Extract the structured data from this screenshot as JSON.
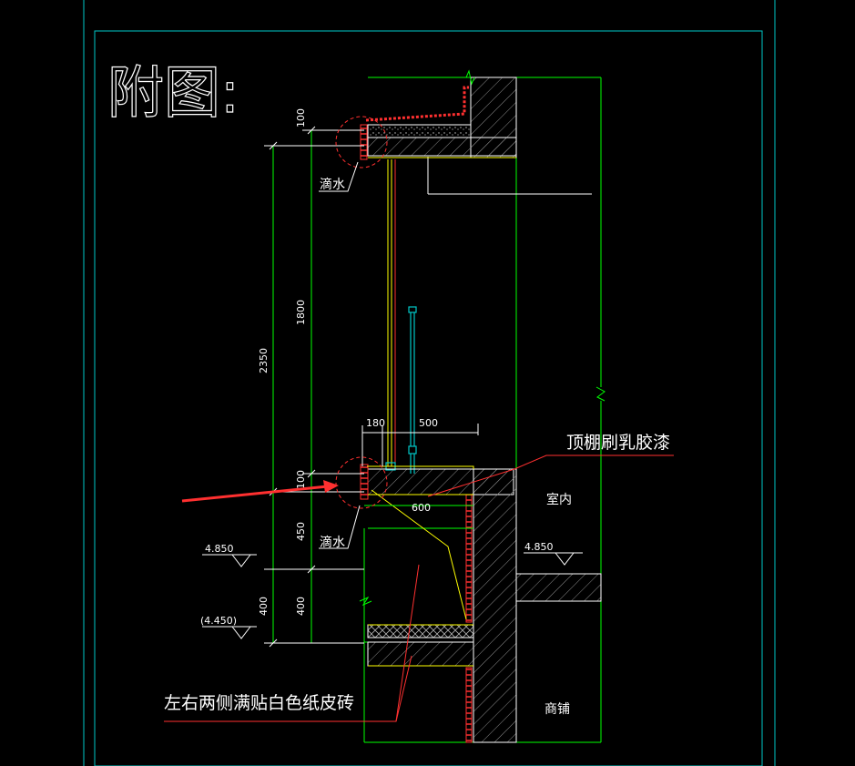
{
  "title": "附图:",
  "colors": {
    "frame": "#00c8c8",
    "wall_outline": "#00ff00",
    "dimension": "#ffffff",
    "finish": "#ffff00",
    "tile": "#ff0000",
    "leader": "#ff0000",
    "hatch": "#a0a0a0"
  },
  "dimensions": {
    "top_100": "100",
    "d_1800": "1800",
    "d_2350": "2350",
    "d_180": "180",
    "d_500": "500",
    "bottom_100": "100",
    "d_450": "450",
    "left_400": "400",
    "right_400": "400",
    "d_600": "600"
  },
  "levels": {
    "left_main": "4.850",
    "left_lower": "(4.450)",
    "right_main": "4.850"
  },
  "annotations": {
    "drip_top": "滴水",
    "drip_bottom": "滴水",
    "ceiling_paint": "顶棚刷乳胶漆",
    "tile_note": "左右两侧满贴白色纸皮砖",
    "room_indoor": "室内",
    "room_shop": "商铺"
  }
}
